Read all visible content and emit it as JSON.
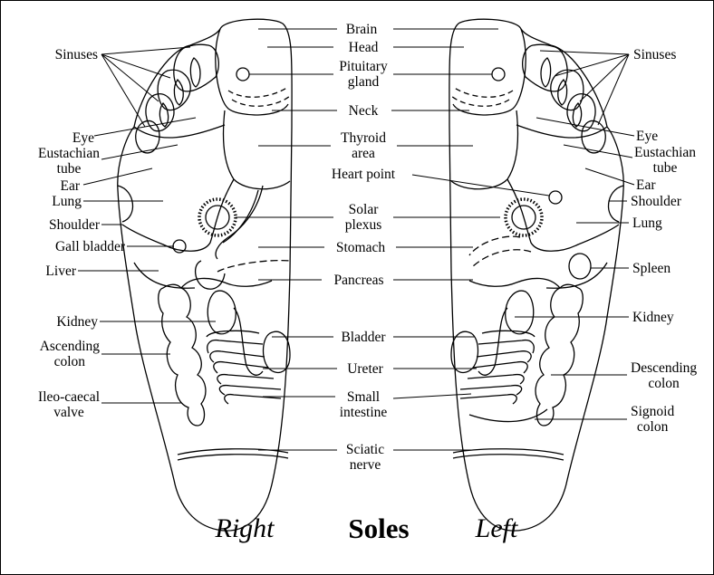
{
  "labels": {
    "brain": "Brain",
    "head": "Head",
    "pituitary": "Pituitary\ngland",
    "neck": "Neck",
    "thyroid": "Thyroid\narea",
    "heart_point": "Heart point",
    "solar_plexus": "Solar\nplexus",
    "stomach": "Stomach",
    "pancreas": "Pancreas",
    "bladder": "Bladder",
    "ureter": "Ureter",
    "small_intestine": "Small\nintestine",
    "sciatic_nerve": "Sciatic\nnerve",
    "sinuses_left": "Sinuses",
    "eye_left": "Eye",
    "eustachian_left": "Eustachian\ntube",
    "ear_left": "Ear",
    "lung_left": "Lung",
    "shoulder_left": "Shoulder",
    "gall_bladder": "Gall bladder",
    "liver": "Liver",
    "kidney_left": "Kidney",
    "ascending_colon": "Ascending\ncolon",
    "ileo_caecal": "Ileo-caecal\nvalve",
    "sinuses_right": "Sinuses",
    "eye_right": "Eye",
    "eustachian_right": "Eustachian\ntube",
    "ear_right": "Ear",
    "shoulder_right": "Shoulder",
    "lung_right": "Lung",
    "spleen": "Spleen",
    "kidney_right": "Kidney",
    "descending_colon": "Descending\ncolon",
    "signoid_colon": "Signoid\ncolon"
  },
  "captions": {
    "right": "Right",
    "soles": "Soles",
    "left": "Left"
  }
}
